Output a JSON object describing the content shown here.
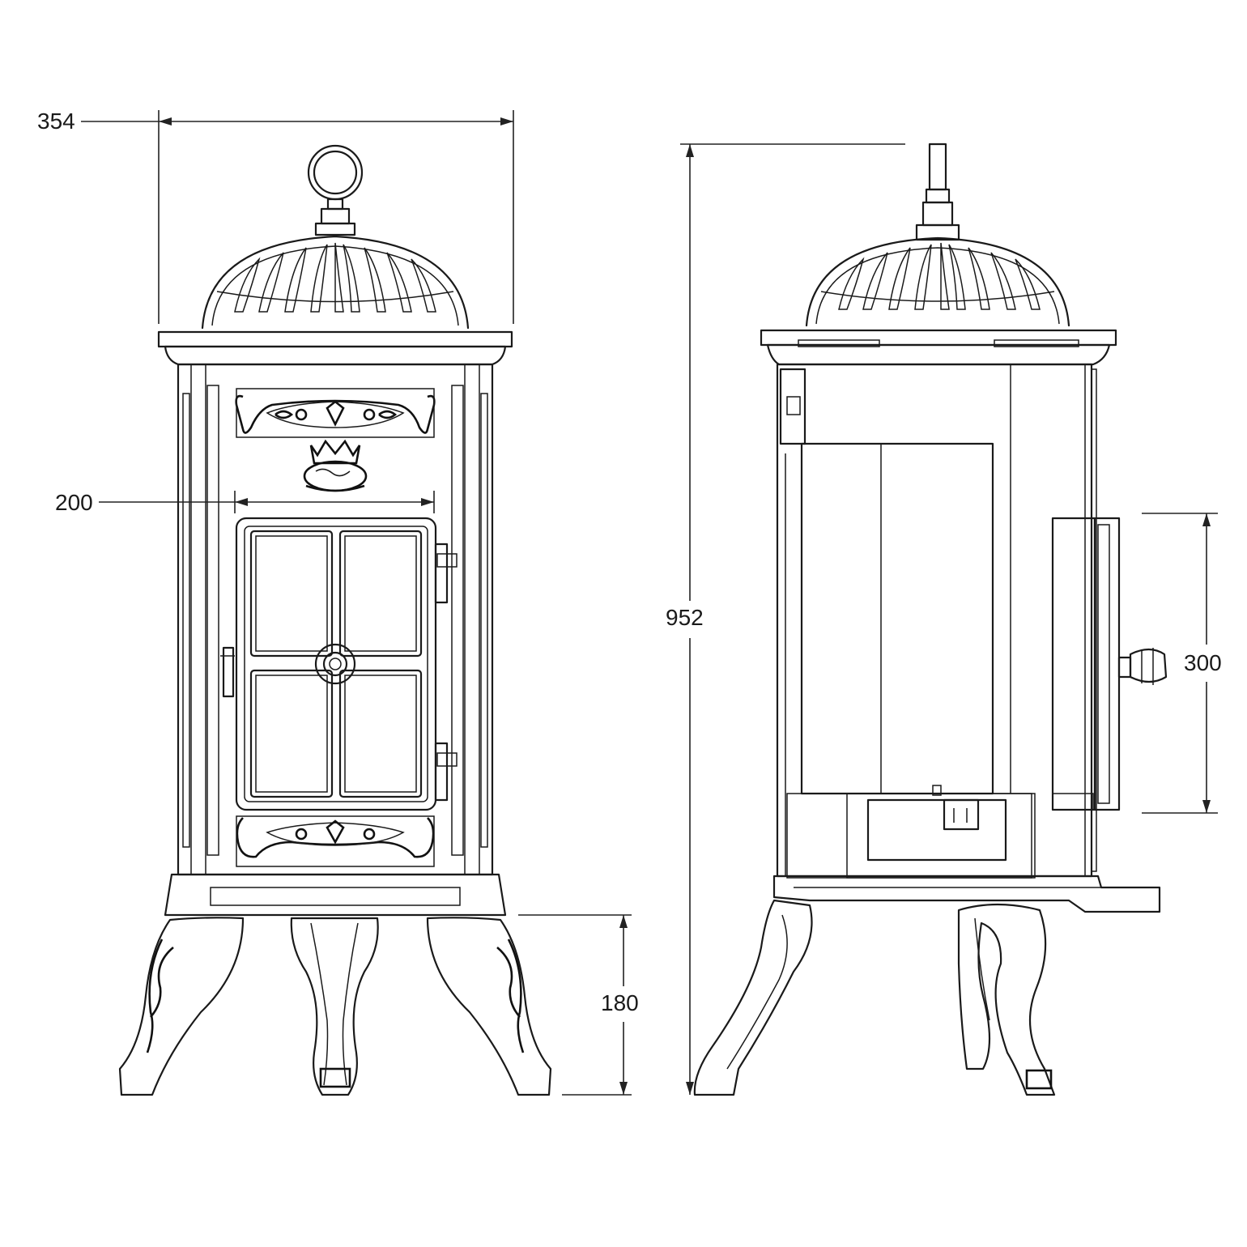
{
  "dimensions": {
    "overall_width": "354",
    "door_width": "200",
    "overall_height": "952",
    "side_door_height": "300",
    "leg_height": "180"
  },
  "views": [
    "front-view",
    "side-view"
  ]
}
